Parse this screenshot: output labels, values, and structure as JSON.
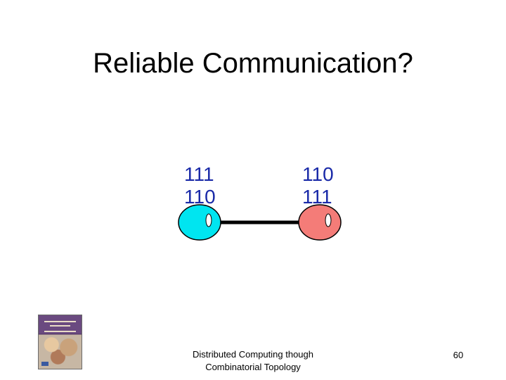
{
  "slide": {
    "title": "Reliable Communication?",
    "left_node": {
      "line1": "111",
      "line2": "110",
      "color": "#00e5f0"
    },
    "right_node": {
      "line1": "110",
      "line2": "111",
      "color": "#f47c78"
    },
    "footer_line1": "Distributed Computing though",
    "footer_line2": "Combinatorial Topology",
    "page_number": "60"
  },
  "colors": {
    "text_blue": "#1a2aa8",
    "edge": "#000000"
  },
  "icons": [
    "book-cover-icon"
  ]
}
